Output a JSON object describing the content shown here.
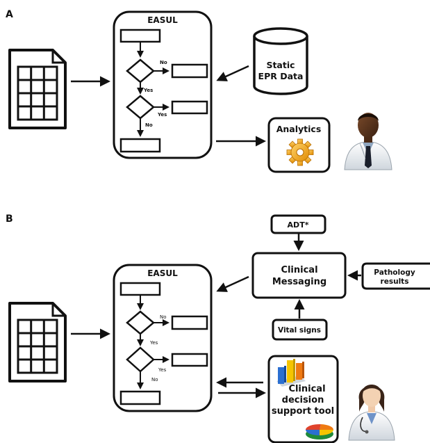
{
  "panels": {
    "a": {
      "label": "A",
      "easul_title": "EASUL",
      "branch_no_1": "No",
      "branch_yes_1": "Yes",
      "branch_yes_2": "Yes",
      "branch_no_2": "No",
      "database_label_line1": "Static",
      "database_label_line2": "EPR Data",
      "analytics_label": "Analytics"
    },
    "b": {
      "label": "B",
      "easul_title": "EASUL",
      "branch_no_1": "No",
      "branch_yes_1": "Yes",
      "branch_yes_2": "Yes",
      "branch_no_2": "No",
      "adt_label": "ADT*",
      "messaging_line1": "Clinical",
      "messaging_line2": "Messaging",
      "pathology_line1": "Pathology",
      "pathology_line2": "results",
      "vitals_label": "Vital signs",
      "cds_line1": "Clinical",
      "cds_line2": "decision",
      "cds_line3": "support tool"
    }
  },
  "icons": {
    "spreadsheet": "spreadsheet-document-icon",
    "database": "database-cylinder-icon",
    "gear": "gear-icon",
    "bar_chart": "bar-chart-icon",
    "pie_chart": "pie-chart-icon",
    "male_doctor": "male-doctor-icon",
    "female_doctor": "female-doctor-icon"
  }
}
